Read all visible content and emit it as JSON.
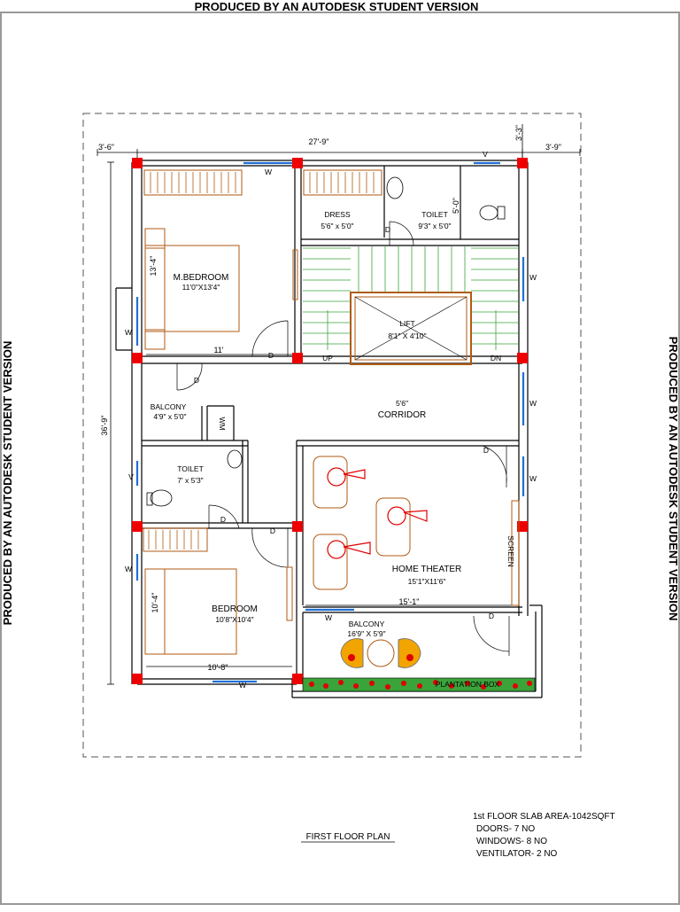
{
  "watermark": {
    "top": "PRODUCED BY AN AUTODESK STUDENT VERSION",
    "left": "PRODUCED BY AN AUTODESK STUDENT VERSION",
    "right": "PRODUCED BY AN AUTODESK STUDENT VERSION"
  },
  "dimensions": {
    "overall_width": "27'-9\"",
    "overall_depth": "36'-9\"",
    "left_offset": "3'-6\"",
    "right_offset": "3'-9\"",
    "top_right_offset": "3'-3\"",
    "bedroom_width": "11'",
    "toilet_height": "5'-0\"",
    "mbedroom_height": "13'-4\"",
    "bedroom_height": "10'-4\"",
    "bedroom_width_bottom": "10'-8\"",
    "theater_width": "15'-1\"",
    "corridor_width": "5'6\""
  },
  "rooms": {
    "mbedroom": {
      "name": "M.BEDROOM",
      "size": "11'0\"X13'4\""
    },
    "dress": {
      "name": "DRESS",
      "size": "5'6\" x 5'0\""
    },
    "toilet1": {
      "name": "TOILET",
      "size": "9'3\" x 5'0\""
    },
    "lift": {
      "name": "LIFT",
      "size": "8'1\" X 4'10\""
    },
    "balcony1": {
      "name": "BALCONY",
      "size": "4'9\" x 5'0\""
    },
    "corridor": {
      "name": "CORRIDOR"
    },
    "toilet2": {
      "name": "TOILET",
      "size": "7' x 5'3\""
    },
    "theater": {
      "name": "HOME THEATER",
      "size": "15'1\"X11'6\""
    },
    "bedroom": {
      "name": "BEDROOM",
      "size": "10'8\"X10'4\""
    },
    "balcony2": {
      "name": "BALCONY",
      "size": "16'9\" X 5'9\""
    }
  },
  "labels": {
    "door": "D",
    "window": "W",
    "ventilator": "V",
    "up": "UP",
    "dn": "DN",
    "wm": "WM",
    "screen": "SCREEN",
    "plantation": "PLANTATION BOX"
  },
  "plan_title": "FIRST FLOOR PLAN",
  "notes": {
    "area": "1st FLOOR SLAB AREA-1042SQFT",
    "doors": "DOORS- 7 NO",
    "windows": "WINDOWS- 8 NO",
    "ventilators": "VENTILATOR- 2 NO"
  }
}
